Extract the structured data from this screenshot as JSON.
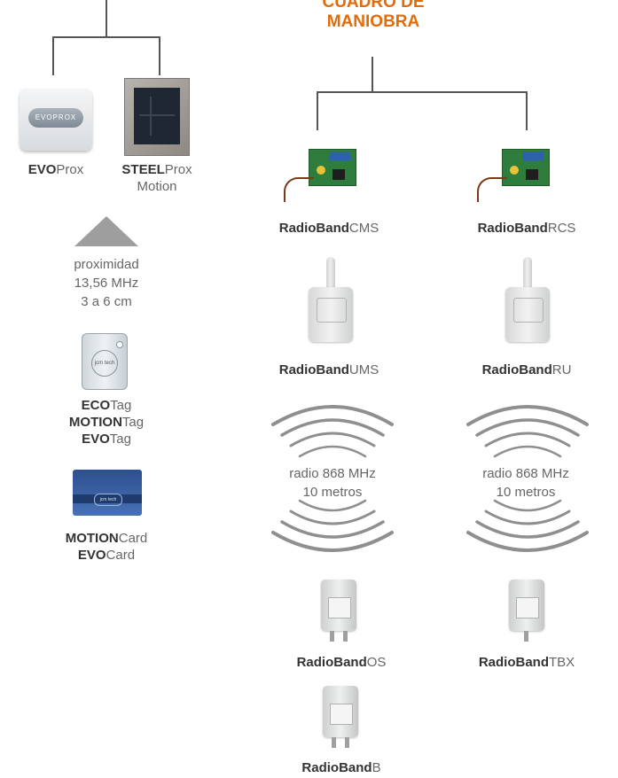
{
  "header": {
    "title_line1": "CUADRO DE",
    "title_line2": "MANIOBRA"
  },
  "left": {
    "readers": [
      {
        "bold": "EVO",
        "normal": "Prox",
        "badge": "EVOPROX"
      },
      {
        "bold": "STEEL",
        "normal": "Prox",
        "line2": "Motion"
      }
    ],
    "proximity": {
      "line1": "proximidad",
      "line2": "13,56 MHz",
      "line3": "3 a 6 cm"
    },
    "tags": [
      {
        "bold": "ECO",
        "normal": "Tag"
      },
      {
        "bold": "MOTION",
        "normal": "Tag"
      },
      {
        "bold": "EVO",
        "normal": "Tag"
      }
    ],
    "cards": [
      {
        "bold": "MOTION",
        "normal": "Card"
      },
      {
        "bold": "EVO",
        "normal": "Card"
      }
    ],
    "tag_logo": "jcm tech",
    "card_logo": "jcm tech"
  },
  "right": {
    "receivers": [
      {
        "bold": "RadioBand",
        "normal": "CMS"
      },
      {
        "bold": "RadioBand",
        "normal": "RCS"
      }
    ],
    "remotes": [
      {
        "bold": "RadioBand",
        "normal": "UMS"
      },
      {
        "bold": "RadioBand",
        "normal": "RU"
      }
    ],
    "radio": [
      {
        "line1": "radio 868 MHz",
        "line2": "10 metros"
      },
      {
        "line1": "radio 868 MHz",
        "line2": "10 metros"
      }
    ],
    "transmitters": [
      {
        "bold": "RadioBand",
        "normal": "OS"
      },
      {
        "bold": "RadioBand",
        "normal": "TBX"
      },
      {
        "bold": "RadioBand",
        "normal": "B"
      }
    ]
  },
  "colors": {
    "title": "#e36c0a",
    "lines": "#555555",
    "triangle": "#9e9e9e"
  }
}
